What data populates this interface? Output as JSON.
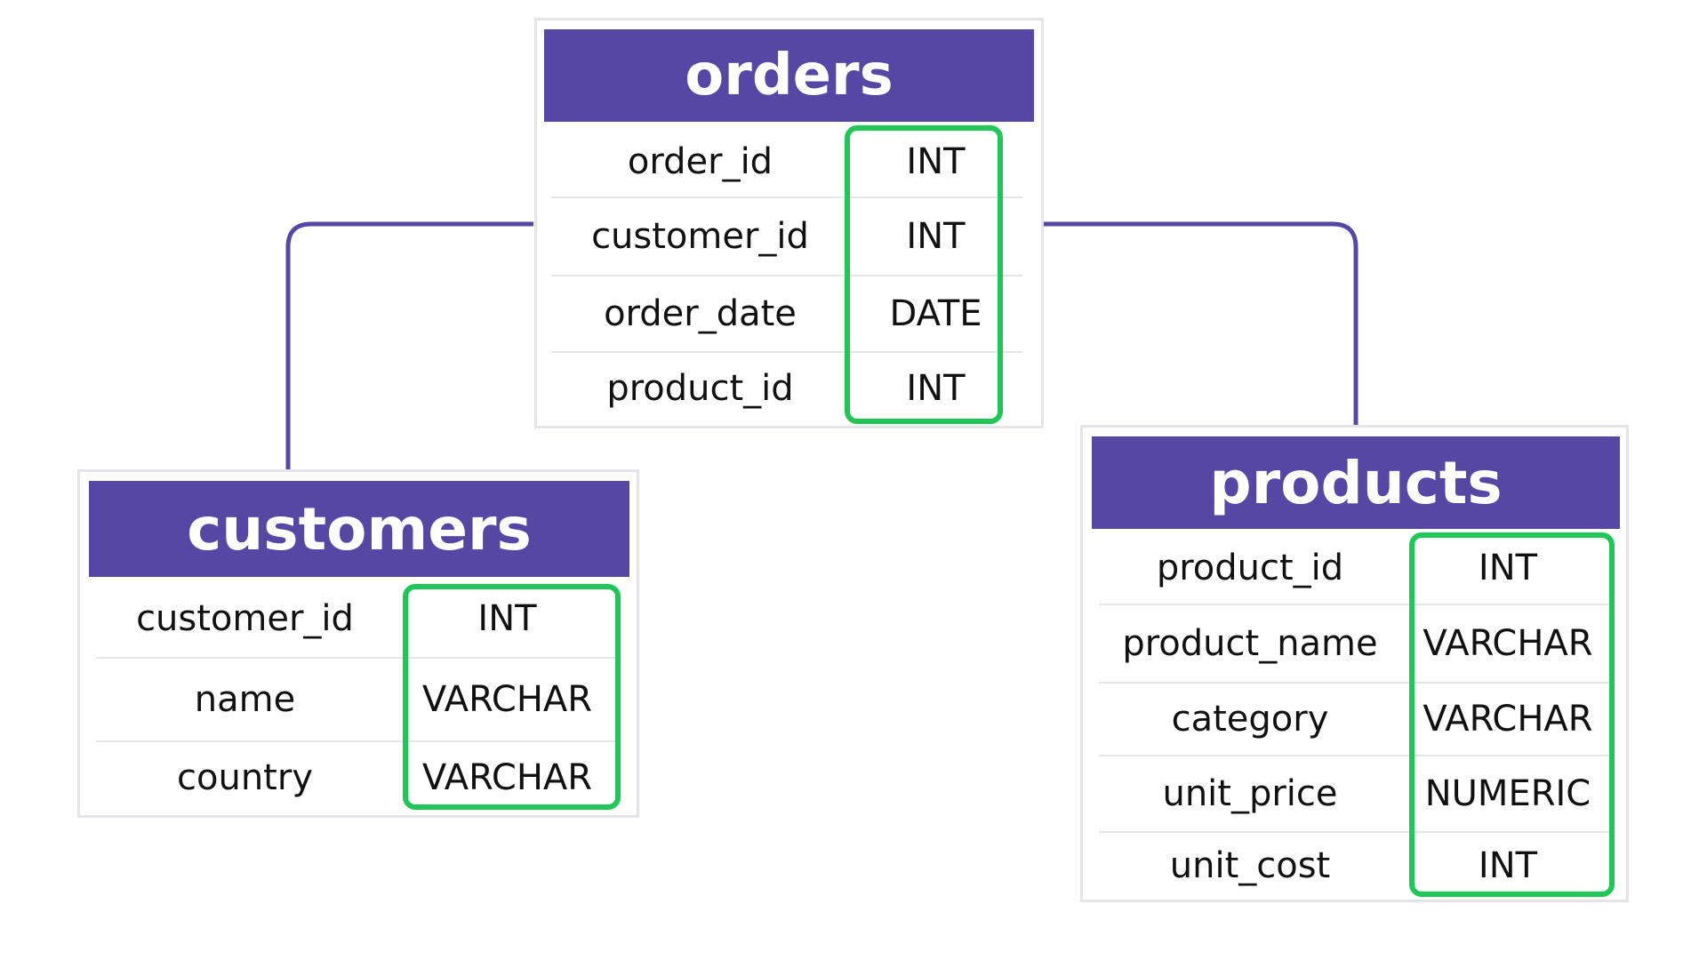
{
  "diagram": {
    "colors": {
      "header_bg": "#5647a4",
      "header_text": "#ffffff",
      "connector": "#5647a4",
      "highlight": "#1fc757",
      "card_border": "#e4e4e9",
      "row_divider": "#e6e6ea"
    },
    "tables": {
      "orders": {
        "title": "orders",
        "columns": [
          {
            "name": "order_id",
            "type": "INT"
          },
          {
            "name": "customer_id",
            "type": "INT"
          },
          {
            "name": "order_date",
            "type": "DATE"
          },
          {
            "name": "product_id",
            "type": "INT"
          }
        ]
      },
      "customers": {
        "title": "customers",
        "columns": [
          {
            "name": "customer_id",
            "type": "INT"
          },
          {
            "name": "name",
            "type": "VARCHAR"
          },
          {
            "name": "country",
            "type": "VARCHAR"
          }
        ]
      },
      "products": {
        "title": "products",
        "columns": [
          {
            "name": "product_id",
            "type": "INT"
          },
          {
            "name": "product_name",
            "type": "VARCHAR"
          },
          {
            "name": "category",
            "type": "VARCHAR"
          },
          {
            "name": "unit_price",
            "type": "NUMERIC"
          },
          {
            "name": "unit_cost",
            "type": "INT"
          }
        ]
      }
    },
    "relationships": [
      {
        "from": "orders",
        "to": "customers"
      },
      {
        "from": "orders",
        "to": "products"
      }
    ]
  }
}
